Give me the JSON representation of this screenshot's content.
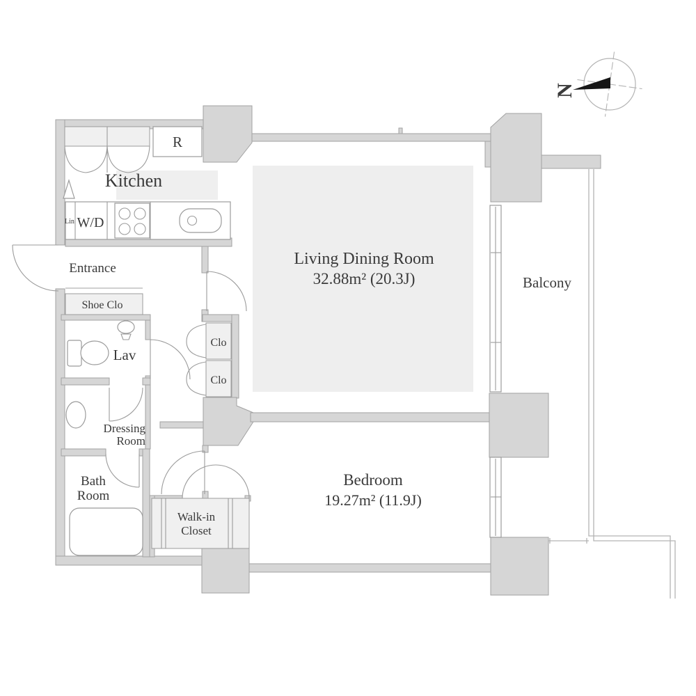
{
  "compass": {
    "label": "N"
  },
  "rooms": {
    "kitchen": {
      "label": "Kitchen"
    },
    "living_dining": {
      "label": "Living Dining Room",
      "area": "32.88m²  (20.3J)"
    },
    "bedroom": {
      "label": "Bedroom",
      "area": "19.27m²  (11.9J)"
    },
    "balcony": {
      "label": "Balcony"
    },
    "entrance": {
      "label": "Entrance"
    },
    "lavatory": {
      "label": "Lav"
    },
    "dressing_room": {
      "line1": "Dressing",
      "line2": "Room"
    },
    "bath_room": {
      "line1": "Bath",
      "line2": "Room"
    },
    "walk_in_closet": {
      "line1": "Walk-in",
      "line2": "Closet"
    }
  },
  "storage": {
    "shoe_closet": {
      "label": "Shoe Clo"
    },
    "closet_upper": {
      "label": "Clo"
    },
    "closet_lower": {
      "label": "Clo"
    }
  },
  "appliances": {
    "refrigerator": {
      "label": "R"
    },
    "washer_dryer": {
      "label": "W/D"
    },
    "linen": {
      "label": "Lin"
    }
  }
}
